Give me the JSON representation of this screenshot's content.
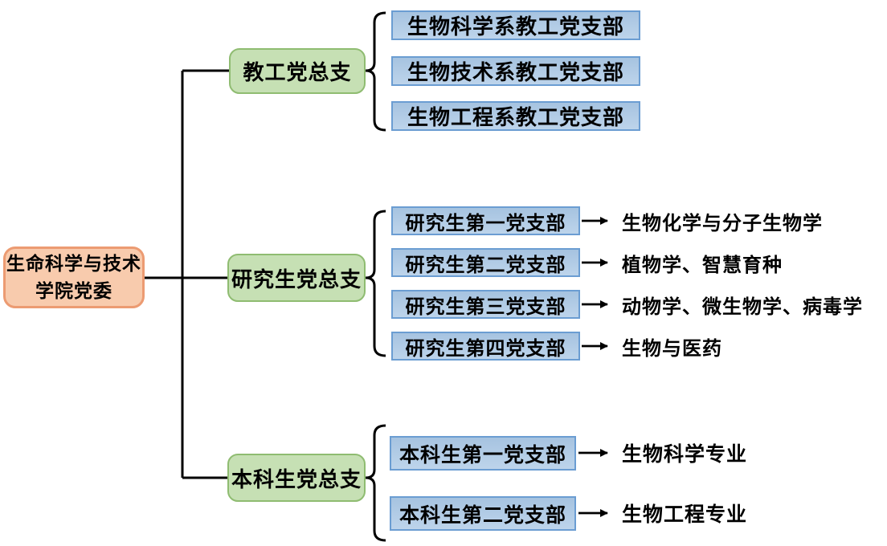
{
  "colors": {
    "root_fill": "#F8CBAD",
    "root_border": "#EC9B72",
    "group_fill": "#C6E0B4",
    "group_border": "#8FBC71",
    "leaf_fill_top": "#A6C3E0",
    "leaf_fill_bottom": "#BDD4EB",
    "leaf_border": "#6B9DD2",
    "line": "#000000",
    "text": "#000000"
  },
  "root": {
    "label": "生命科学与技术\n学院党委"
  },
  "sections": [
    {
      "label": "教工党总支",
      "children": [
        {
          "label": "生物科学系教工党支部"
        },
        {
          "label": "生物技术系教工党支部"
        },
        {
          "label": "生物工程系教工党支部"
        }
      ]
    },
    {
      "label": "研究生党总支",
      "children": [
        {
          "label": "研究生第一党支部",
          "target": "生物化学与分子生物学"
        },
        {
          "label": "研究生第二党支部",
          "target": "植物学、智慧育种"
        },
        {
          "label": "研究生第三党支部",
          "target": "动物学、微生物学、病毒学"
        },
        {
          "label": "研究生第四党支部",
          "target": "生物与医药"
        }
      ]
    },
    {
      "label": "本科生党总支",
      "children": [
        {
          "label": "本科生第一党支部",
          "target": "生物科学专业"
        },
        {
          "label": "本科生第二党支部",
          "target": "生物工程专业"
        }
      ]
    }
  ]
}
